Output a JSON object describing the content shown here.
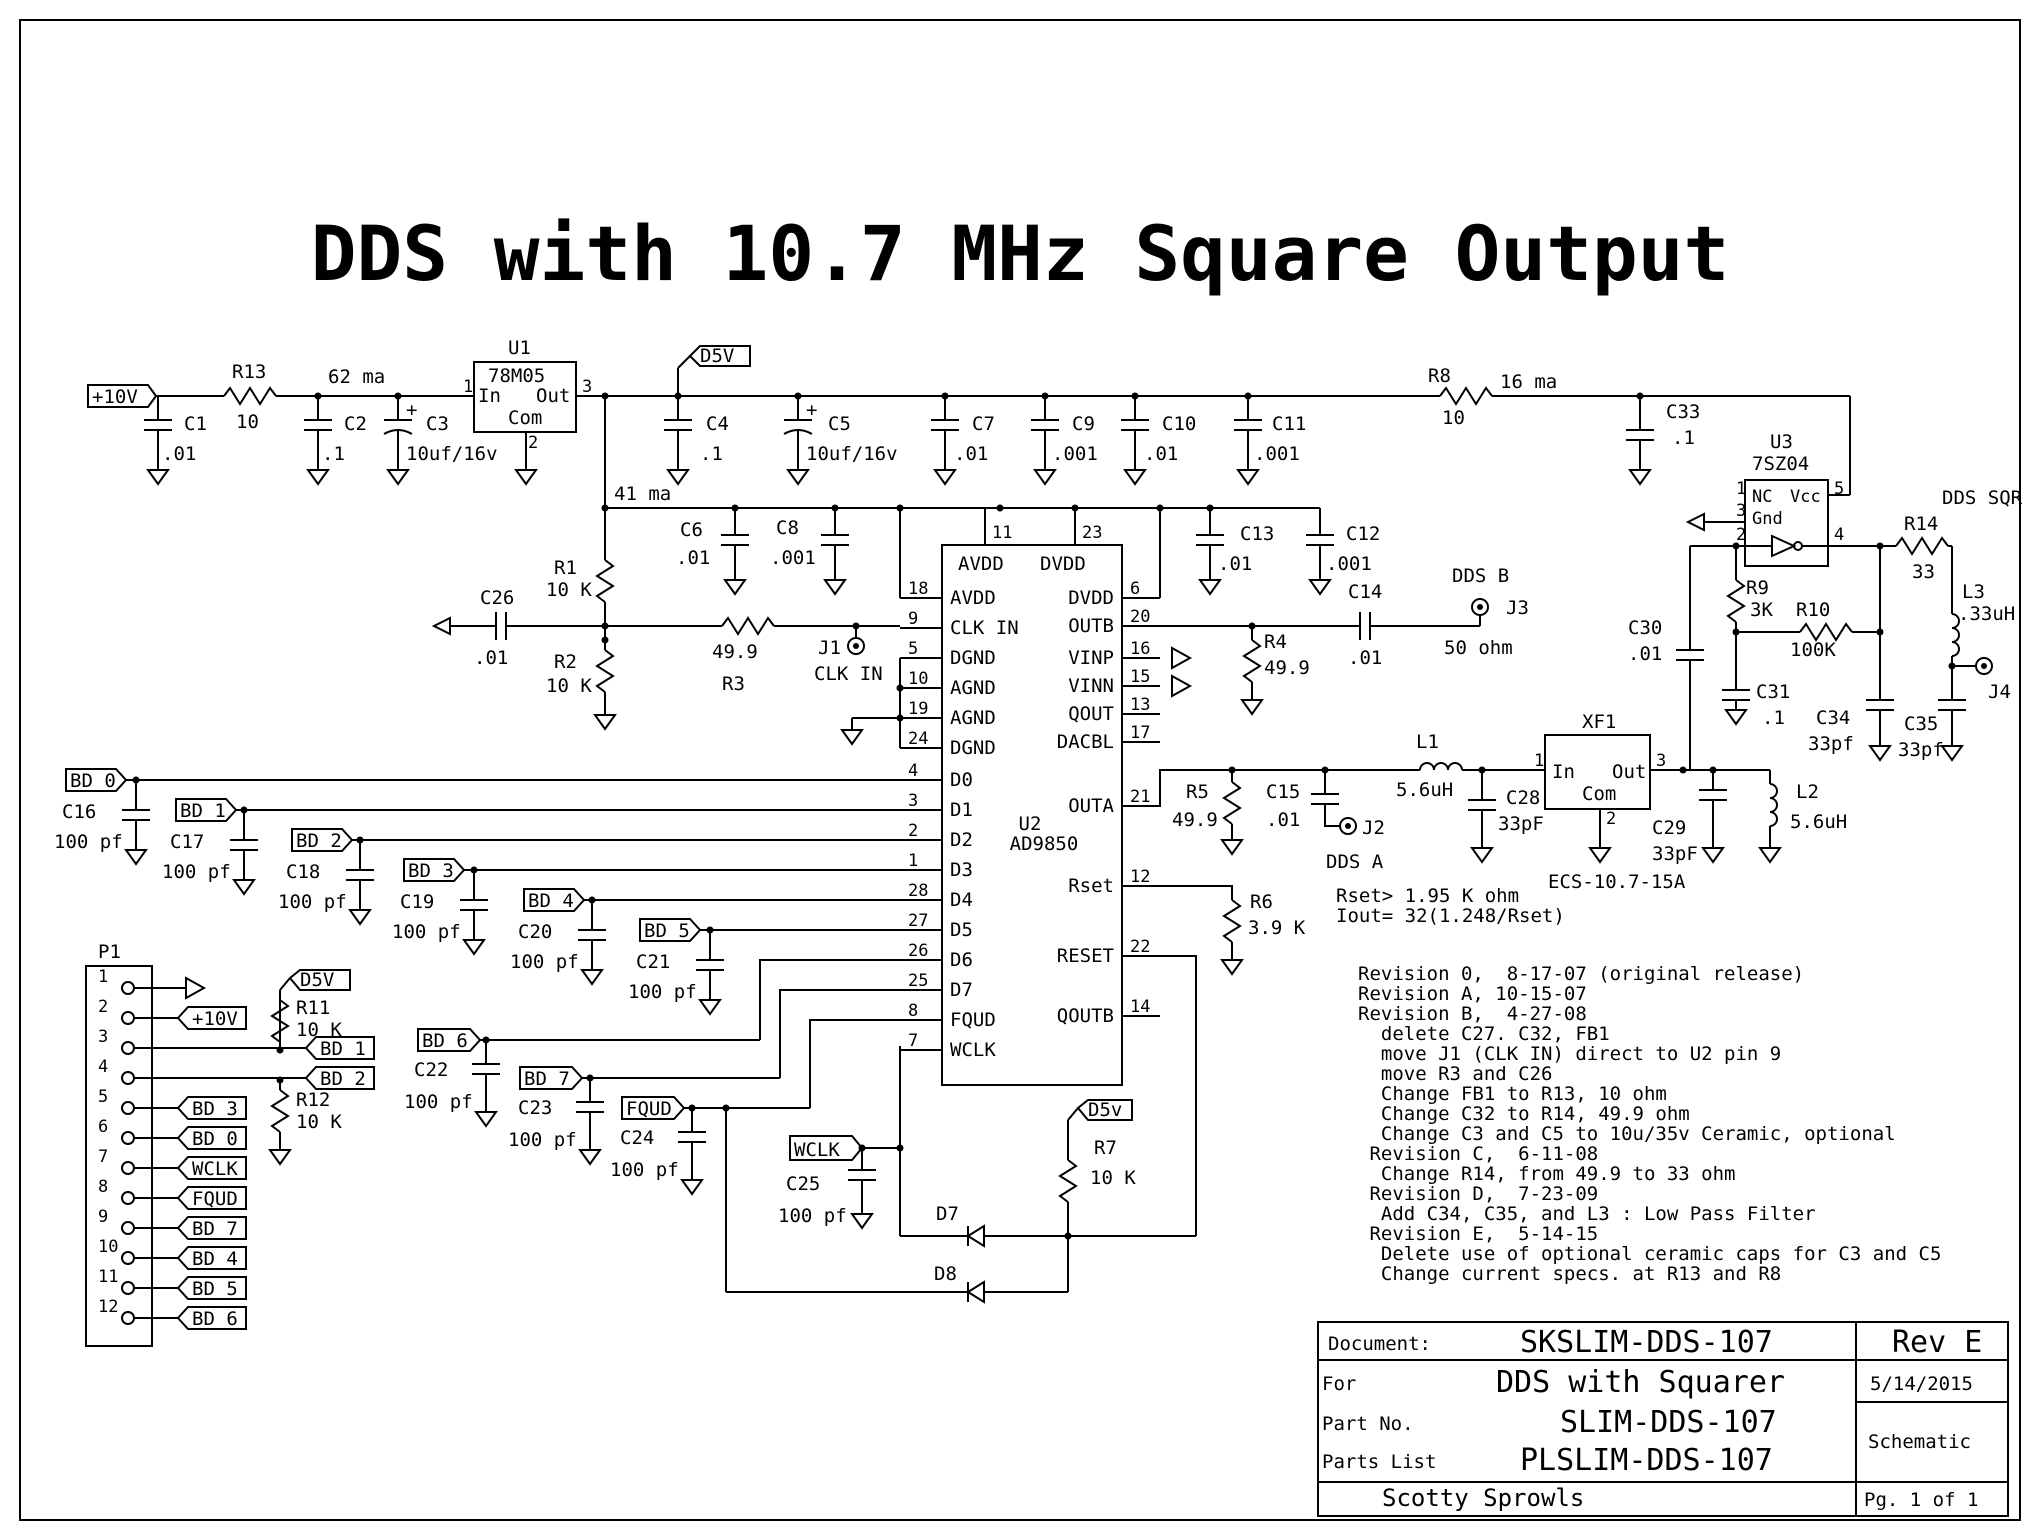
{
  "title": "DDS with 10.7 MHz Square Output",
  "components": {
    "U1": {
      "ref": "U1",
      "part": "78M05",
      "in": "In",
      "out": "Out",
      "com": "Com",
      "p1": "1",
      "p2": "2",
      "p3": "3"
    },
    "U2": {
      "ref": "U2",
      "part": "AD9850",
      "left_pins": [
        {
          "num": "18",
          "name": "AVDD"
        },
        {
          "num": "9",
          "name": "CLK IN"
        },
        {
          "num": "5",
          "name": "DGND"
        },
        {
          "num": "10",
          "name": "AGND"
        },
        {
          "num": "19",
          "name": "AGND"
        },
        {
          "num": "24",
          "name": "DGND"
        },
        {
          "num": "4",
          "name": "D0"
        },
        {
          "num": "3",
          "name": "D1"
        },
        {
          "num": "2",
          "name": "D2"
        },
        {
          "num": "1",
          "name": "D3"
        },
        {
          "num": "28",
          "name": "D4"
        },
        {
          "num": "27",
          "name": "D5"
        },
        {
          "num": "26",
          "name": "D6"
        },
        {
          "num": "25",
          "name": "D7"
        },
        {
          "num": "8",
          "name": "FQUD"
        },
        {
          "num": "7",
          "name": "WCLK"
        }
      ],
      "right_pins": [
        {
          "num": "6",
          "name": "DVDD"
        },
        {
          "num": "20",
          "name": "OUTB"
        },
        {
          "num": "16",
          "name": "VINP"
        },
        {
          "num": "15",
          "name": "VINN"
        },
        {
          "num": "13",
          "name": "QOUT"
        },
        {
          "num": "17",
          "name": "DACBL"
        },
        {
          "num": "21",
          "name": "OUTA"
        },
        {
          "num": "12",
          "name": "Rset"
        },
        {
          "num": "22",
          "name": "RESET"
        },
        {
          "num": "14",
          "name": "QOUTB"
        }
      ],
      "top_pins": [
        {
          "num": "11",
          "name": "AVDD"
        },
        {
          "num": "23",
          "name": "DVDD"
        }
      ]
    },
    "U3": {
      "ref": "U3",
      "part": "7SZ04",
      "nc": "NC",
      "vcc": "Vcc",
      "gnd": "Gnd",
      "p1": "1",
      "p2": "2",
      "p3": "3",
      "p4": "4",
      "p5": "5"
    },
    "XF1": {
      "ref": "XF1",
      "part": "ECS-10.7-15A",
      "in": "In",
      "out": "Out",
      "com": "Com",
      "p1": "1",
      "p2": "2",
      "p3": "3"
    },
    "P1": {
      "ref": "P1",
      "pins": [
        "1",
        "2",
        "3",
        "4",
        "5",
        "6",
        "7",
        "8",
        "9",
        "10",
        "11",
        "12"
      ]
    }
  },
  "labels": {
    "C1": "C1",
    "C1v": ".01",
    "R13": "R13",
    "R13v": "10",
    "C2": "C2",
    "C2v": ".1",
    "C3": "C3",
    "C3v": "10uf/16v",
    "C4": "C4",
    "C4v": ".1",
    "C5": "C5",
    "C5v": "10uf/16v",
    "C7": "C7",
    "C7v": ".01",
    "C9": "C9",
    "C9v": ".001",
    "C10": "C10",
    "C10v": ".01",
    "C11": "C11",
    "C11v": ".001",
    "R8": "R8",
    "R8v": "10",
    "C33": "C33",
    "C33v": ".1",
    "C6": "C6",
    "C6v": ".01",
    "C8": "C8",
    "C8v": ".001",
    "C13": "C13",
    "C13v": ".01",
    "C12": "C12",
    "C12v": ".001",
    "R1": "R1",
    "R1v": "10 K",
    "R2": "R2",
    "R2v": "10 K",
    "C26": "C26",
    "C26v": ".01",
    "R3": "R3",
    "R3v": "49.9",
    "J1": "J1",
    "J1v": "CLK IN",
    "C14": "C14",
    "C14v": ".01",
    "J3": "J3",
    "DDSB": "DDS B",
    "ohm50": "50 ohm",
    "R4": "R4",
    "R4v": "49.9",
    "R5": "R5",
    "R5v": "49.9",
    "C15": "C15",
    "C15v": ".01",
    "J2": "J2",
    "DDSA": "DDS A",
    "L1": "L1",
    "L1v": "5.6uH",
    "C28": "C28",
    "C28v": "33pF",
    "C29": "C29",
    "C29v": "33pF",
    "L2": "L2",
    "L2v": "5.6uH",
    "R6": "R6",
    "R6v": "3.9 K",
    "C30": "C30",
    "C30v": ".01",
    "R9": "R9",
    "R9v": "3K",
    "R10": "R10",
    "R10v": "100K",
    "C31": "C31",
    "C31v": ".1",
    "C34": "C34",
    "C34v": "33pf",
    "C35": "C35",
    "C35v": "33pf",
    "R14": "R14",
    "R14v": "33",
    "L3": "L3",
    "L3v": ".33uH",
    "J4": "J4",
    "DDSSQR": "DDS SQR",
    "C16": "C16",
    "C16v": "100 pf",
    "C17": "C17",
    "C17v": "100 pf",
    "C18": "C18",
    "C18v": "100 pf",
    "C19": "C19",
    "C19v": "100 pf",
    "C20": "C20",
    "C20v": "100 pf",
    "C21": "C21",
    "C21v": "100 pf",
    "C22": "C22",
    "C22v": "100 pf",
    "C23": "C23",
    "C23v": "100 pf",
    "C24": "C24",
    "C24v": "100 pf",
    "C25": "C25",
    "C25v": "100 pf",
    "R7": "R7",
    "R7v": "10 K",
    "D7": "D7",
    "D8": "D8",
    "R11": "R11",
    "R11v": "10 K",
    "R12": "R12",
    "R12v": "10 K",
    "ma62": "62 ma",
    "ma41": "41 ma",
    "ma16": "16 ma",
    "rset1": "Rset> 1.95 K ohm",
    "rset2": "Iout= 32(1.248/Rset)"
  },
  "nets": {
    "p10v": "+10V",
    "d5v": "D5V",
    "d5v_lower": "D5v",
    "bd0": "BD 0",
    "bd1": "BD 1",
    "bd2": "BD 2",
    "bd3": "BD 3",
    "bd4": "BD 4",
    "bd5": "BD 5",
    "bd6": "BD 6",
    "bd7": "BD 7",
    "fqud": "FQUD",
    "wclk": "WCLK"
  },
  "p1_nets": [
    "",
    "+10V",
    "BD 1",
    "BD 2",
    "BD 3",
    "BD 0",
    "WCLK",
    "FQUD",
    "BD 7",
    "BD 4",
    "BD 5",
    "BD 6"
  ],
  "revisions": [
    "Revision 0,  8-17-07 (original release)",
    "Revision A, 10-15-07",
    "Revision B,  4-27-08",
    "  delete C27. C32, FB1",
    "  move J1 (CLK IN) direct to U2 pin 9",
    "  move R3 and C26",
    "  Change FB1 to R13, 10 ohm",
    "  Change C32 to R14, 49.9 ohm",
    "  Change C3 and C5 to 10u/35v Ceramic, optional",
    " Revision C,  6-11-08",
    "  Change R14, from 49.9 to 33 ohm",
    " Revision D,  7-23-09",
    "  Add C34, C35, and L3 : Low Pass Filter",
    " Revision E,  5-14-15",
    "  Delete use of optional ceramic caps for C3 and C5",
    "  Change current specs. at R13 and R8"
  ],
  "titleblock": {
    "doc_label": "Document:",
    "doc_value": "SKSLIM-DDS-107",
    "rev": "Rev E",
    "for_label": "For",
    "for_value": "DDS with Squarer",
    "date": "5/14/2015",
    "part_label": "Part No.",
    "part_value": "SLIM-DDS-107",
    "plist_label": "Parts List",
    "plist_value": "PLSLIM-DDS-107",
    "kind": "Schematic",
    "author": "Scotty Sprowls",
    "page": "Pg. 1 of 1"
  }
}
